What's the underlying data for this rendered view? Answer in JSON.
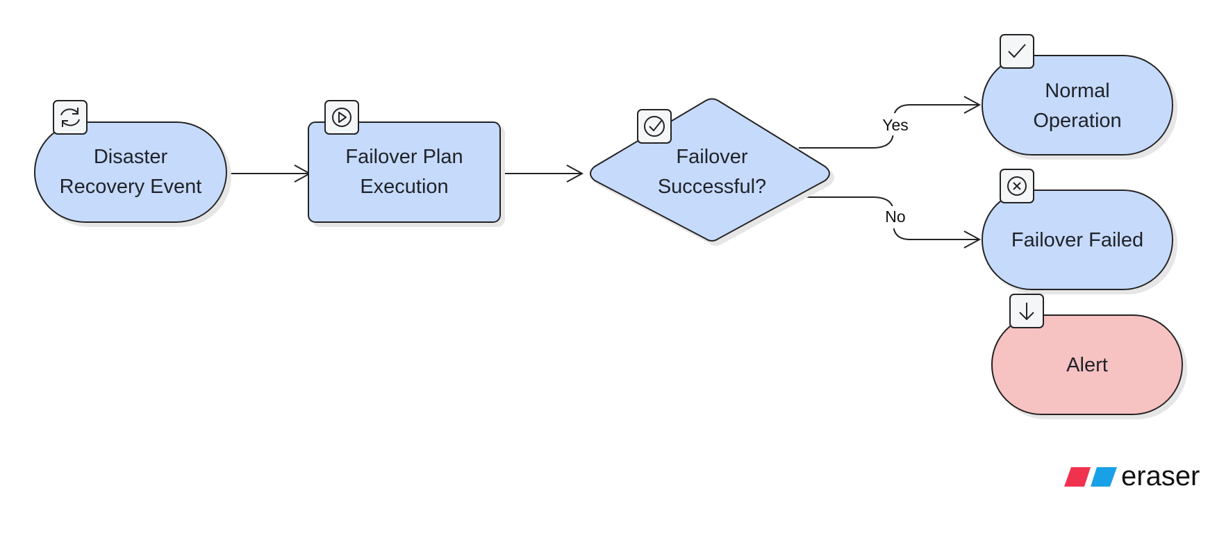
{
  "colors": {
    "node_blue": "#c6dafc",
    "node_red": "#f7c2c2",
    "stroke": "#222222",
    "icon_bg": "#f4f6f8",
    "logo_red": "#f0324f",
    "logo_blue": "#1aa0e6"
  },
  "nodes": {
    "disaster": {
      "line1": "Disaster",
      "line2": "Recovery Event",
      "icon": "refresh-icon"
    },
    "plan": {
      "line1": "Failover Plan",
      "line2": "Execution",
      "icon": "play-icon"
    },
    "decision": {
      "line1": "Failover",
      "line2": "Successful?",
      "icon": "check-circle-icon"
    },
    "normal": {
      "line1": "Normal",
      "line2": "Operation",
      "icon": "check-icon"
    },
    "failed": {
      "label": "Failover Failed",
      "icon": "x-circle-icon"
    },
    "alert": {
      "label": "Alert",
      "icon": "arrow-down-icon"
    }
  },
  "edges": {
    "yes_label": "Yes",
    "no_label": "No"
  },
  "logo": {
    "text": "eraser"
  }
}
